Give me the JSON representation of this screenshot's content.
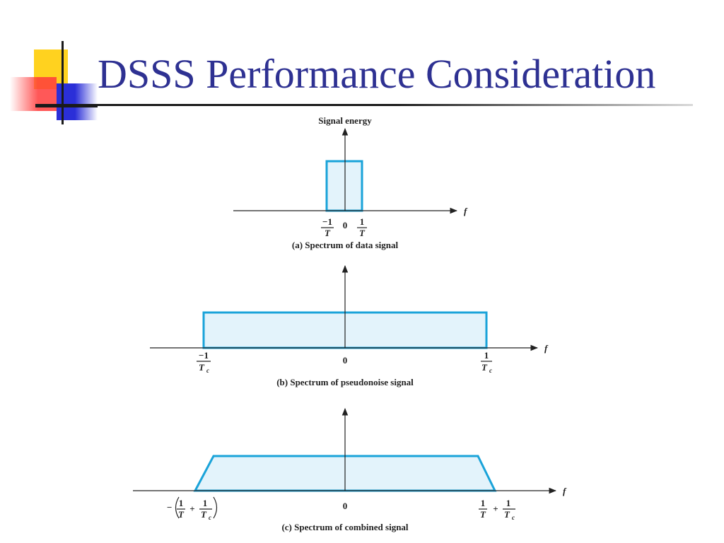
{
  "slide": {
    "title": "DSSS Performance Consideration",
    "colors": {
      "title": "#2e3192",
      "rule": "#1a1a1a",
      "deco_yellow": "#ffd21f",
      "deco_red": "#ff3b3b",
      "deco_blue": "#2b2fd8",
      "spectrum_stroke": "#1aa3d9",
      "spectrum_fill": "#e3f3fb",
      "axis": "#222222"
    },
    "icons": [
      "decorative-squares-icon"
    ]
  },
  "figure": {
    "y_axis_label": "Signal energy",
    "x_axis_symbol": "f",
    "panels": [
      {
        "caption": "(a) Spectrum of data signal",
        "ticks": {
          "left_num": "−1",
          "left_den": "T",
          "center": "0",
          "right_num": "1",
          "right_den": "T"
        }
      },
      {
        "caption": "(b) Spectrum of pseudonoise signal",
        "ticks": {
          "left_num": "−1",
          "left_den": "T",
          "left_den_sub": "c",
          "center": "0",
          "right_num": "1",
          "right_den": "T",
          "right_den_sub": "c"
        }
      },
      {
        "caption": "(c) Spectrum of combined signal",
        "ticks": {
          "left_prefix": "−",
          "num": "1",
          "den": "T",
          "plus": "+",
          "den_c": "T",
          "sub": "c",
          "center": "0"
        }
      }
    ]
  }
}
